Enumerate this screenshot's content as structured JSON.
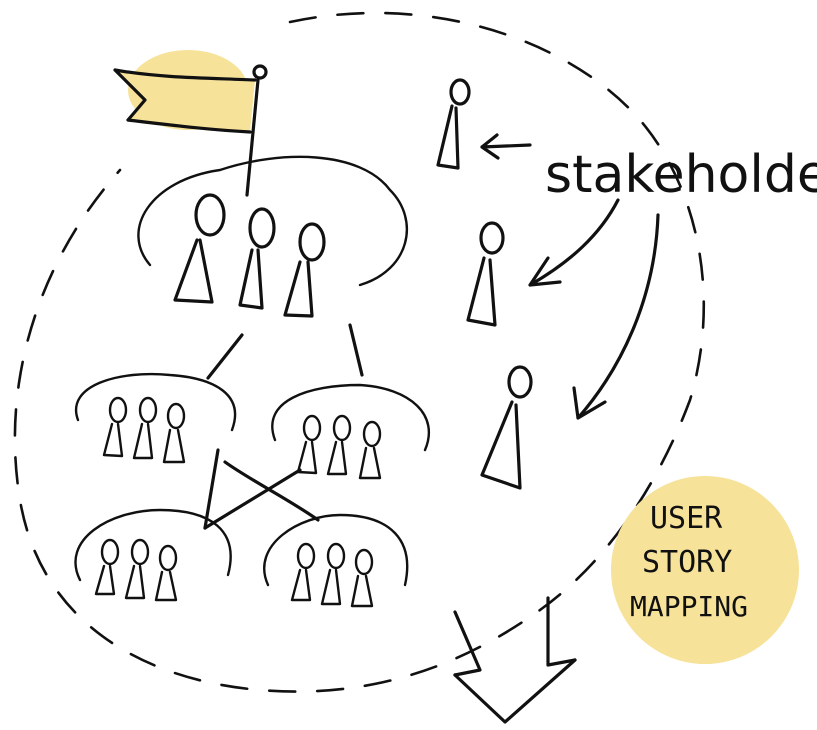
{
  "labels": {
    "stakeholders": "stakeholders",
    "badge_line1": "USER",
    "badge_line2": "STORY",
    "badge_line3": "MAPPING"
  },
  "colors": {
    "ink": "#111111",
    "highlight": "#f7e29a"
  }
}
